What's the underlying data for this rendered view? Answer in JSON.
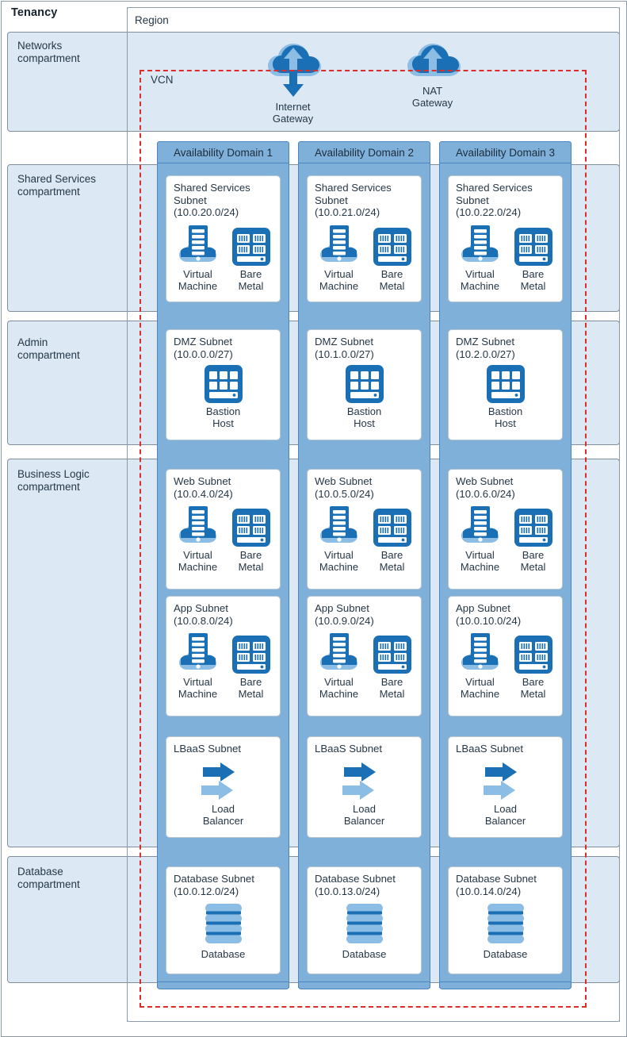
{
  "diagram": {
    "tenancy_label": "Tenancy",
    "region_label": "Region",
    "vcn_label": "VCN"
  },
  "gateways": [
    {
      "name": "internet-gateway",
      "label": "Internet\nGateway",
      "icon": "cloud-up-down-arrow-icon"
    },
    {
      "name": "nat-gateway",
      "label": "NAT\nGateway",
      "icon": "cloud-up-arrow-icon"
    }
  ],
  "availability_domains": [
    {
      "label": "Availability Domain 1"
    },
    {
      "label": "Availability Domain 2"
    },
    {
      "label": "Availability Domain 3"
    }
  ],
  "compartments": [
    {
      "name": "networks",
      "label": "Networks\ncompartment"
    },
    {
      "name": "shared-services",
      "label": "Shared Services\ncompartment"
    },
    {
      "name": "admin",
      "label": "Admin\ncompartment"
    },
    {
      "name": "business-logic",
      "label": "Business Logic\ncompartment"
    },
    {
      "name": "database",
      "label": "Database\ncompartment"
    }
  ],
  "icon_labels": {
    "virtual_machine": "Virtual\nMachine",
    "bare_metal": "Bare\nMetal",
    "bastion_host": "Bastion\nHost",
    "load_balancer": "Load\nBalancer",
    "database": "Database"
  },
  "subnets": {
    "shared_services": [
      {
        "title": "Shared Services\nSubnet\n(10.0.20.0/24)"
      },
      {
        "title": "Shared Services\nSubnet\n(10.0.21.0/24)"
      },
      {
        "title": "Shared Services\nSubnet\n(10.0.22.0/24)"
      }
    ],
    "dmz": [
      {
        "title": "DMZ Subnet\n(10.0.0.0/27)"
      },
      {
        "title": "DMZ Subnet\n(10.1.0.0/27)"
      },
      {
        "title": "DMZ Subnet\n(10.2.0.0/27)"
      }
    ],
    "web": [
      {
        "title": "Web Subnet\n(10.0.4.0/24)"
      },
      {
        "title": "Web Subnet\n(10.0.5.0/24)"
      },
      {
        "title": "Web Subnet\n(10.0.6.0/24)"
      }
    ],
    "app": [
      {
        "title": "App Subnet\n(10.0.8.0/24)"
      },
      {
        "title": "App Subnet\n(10.0.9.0/24)"
      },
      {
        "title": "App Subnet\n(10.0.10.0/24)"
      }
    ],
    "lbaas": [
      {
        "title": "LBaaS Subnet"
      },
      {
        "title": "LBaaS Subnet"
      },
      {
        "title": "LBaaS Subnet"
      }
    ],
    "database": [
      {
        "title": "Database Subnet\n(10.0.12.0/24)"
      },
      {
        "title": "Database Subnet\n(10.0.13.0/24)"
      },
      {
        "title": "Database Subnet\n(10.0.14.0/24)"
      }
    ]
  },
  "colors": {
    "band_fill": "#dce9f5",
    "ad_fill": "#7fb0da",
    "icon_dark_blue": "#1a6fb5",
    "icon_light_blue": "#8cbde4",
    "vcn_dashed": "#e02b2b",
    "frame_stroke": "#8a9aa8"
  }
}
